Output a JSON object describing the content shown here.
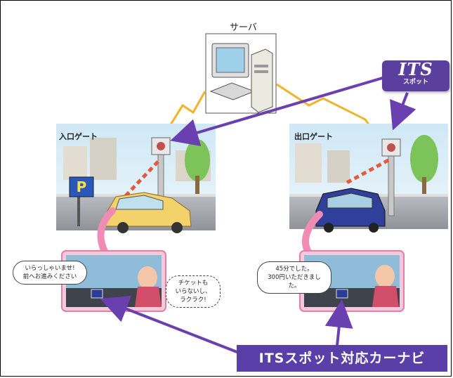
{
  "server": {
    "label": "サーバ"
  },
  "gates": {
    "entrance": "入口ゲート",
    "exit": "出口ゲート"
  },
  "its_badge": {
    "title": "ITS",
    "subtitle": "スポット"
  },
  "speech": {
    "entrance_welcome": [
      "いらっしゃいませ!",
      "前へお進みください"
    ],
    "entrance_ticket": [
      "チケットも",
      "いらないし、",
      "ラクラク!"
    ],
    "exit_fee": [
      "45分でした。",
      "300円いただきました。"
    ]
  },
  "parking_sign": "P",
  "navi_label": "ITSスポット対応カーナビ",
  "colors": {
    "accent_purple": "#6a3fb0",
    "lightning": "#f0b428",
    "pink_connector": "#f08cb4"
  }
}
